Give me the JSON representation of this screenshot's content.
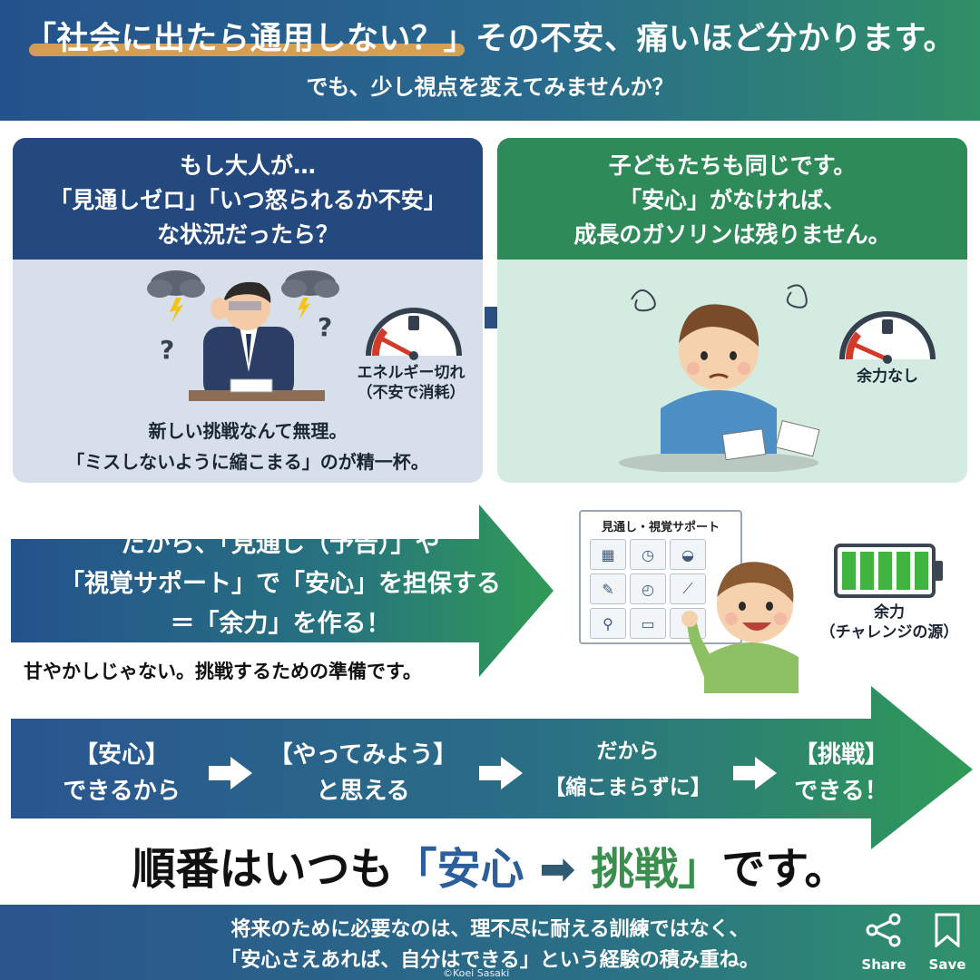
{
  "header": {
    "title": "「社会に出たら通用しない？」その不安、痛いほど分かります。",
    "subtitle": "でも、少し視点を変えてみませんか？"
  },
  "left_panel": {
    "heading_lines": [
      "もし大人が…",
      "「見通しゼロ」「いつ怒られるか不安」",
      "な状況だったら？"
    ],
    "gauge_label_lines": [
      "エネルギー切れ",
      "（不安で消耗）"
    ],
    "caption_lines": [
      "新しい挑戦なんて無理。",
      "「ミスしないように縮こまる」のが精一杯。"
    ]
  },
  "right_panel": {
    "heading_lines": [
      "子どもたちも同じです。",
      "「安心」がなければ、",
      "成長のガソリンは残りません。"
    ],
    "gauge_label": "余力なし"
  },
  "middle_arrow": {
    "lines": [
      "だから、「見通し（予告）」や",
      "「視覚サポート」で「安心」を担保する",
      "＝「余力」を作る！"
    ],
    "note": "甘やかしじゃない。挑戦するための準備です。"
  },
  "support_card": {
    "title": "見通し・視覚サポート",
    "icons": [
      "calendar-icon",
      "clock-calendar-icon",
      "car-icon",
      "broom-icon",
      "clock-icon",
      "toothbrush-icon",
      "magnifier-icon",
      "bus-icon",
      "blank-icon"
    ],
    "glyphs": [
      "▦",
      "◷",
      "◒",
      "✎",
      "◴",
      "⟋",
      "⚲",
      "▭",
      ""
    ]
  },
  "battery": {
    "label_lines": [
      "余力",
      "（チャレンジの源）"
    ],
    "level": 1.0
  },
  "steps": [
    {
      "lines": [
        "【安心】",
        "できるから"
      ]
    },
    {
      "lines": [
        "【やってみよう】",
        "と思える"
      ]
    },
    {
      "lines": [
        "だから",
        "【縮こまらずに】"
      ]
    },
    {
      "lines": [
        "【挑戦】",
        "できる！"
      ]
    }
  ],
  "order_line": {
    "prefix": "順番はいつも",
    "open_bracket": "「",
    "anshin": "安心",
    "arrow": "➡",
    "chosen": "挑戦",
    "close_bracket": "」",
    "suffix": "です。"
  },
  "footer": {
    "lines": [
      "将来のために必要なのは、理不尽に耐える訓練ではなく、",
      "「安心さえあれば、自分はできる」という経験の積み重ね。"
    ],
    "credit": "©Koei Sasaki",
    "share_label": "Share",
    "save_label": "Save"
  },
  "colors": {
    "navy": "#24497e",
    "green": "#2f8a5a",
    "accent_orange": "#e9a54b",
    "gauge_red": "#d23a2a",
    "battery_green": "#3fb53f"
  }
}
